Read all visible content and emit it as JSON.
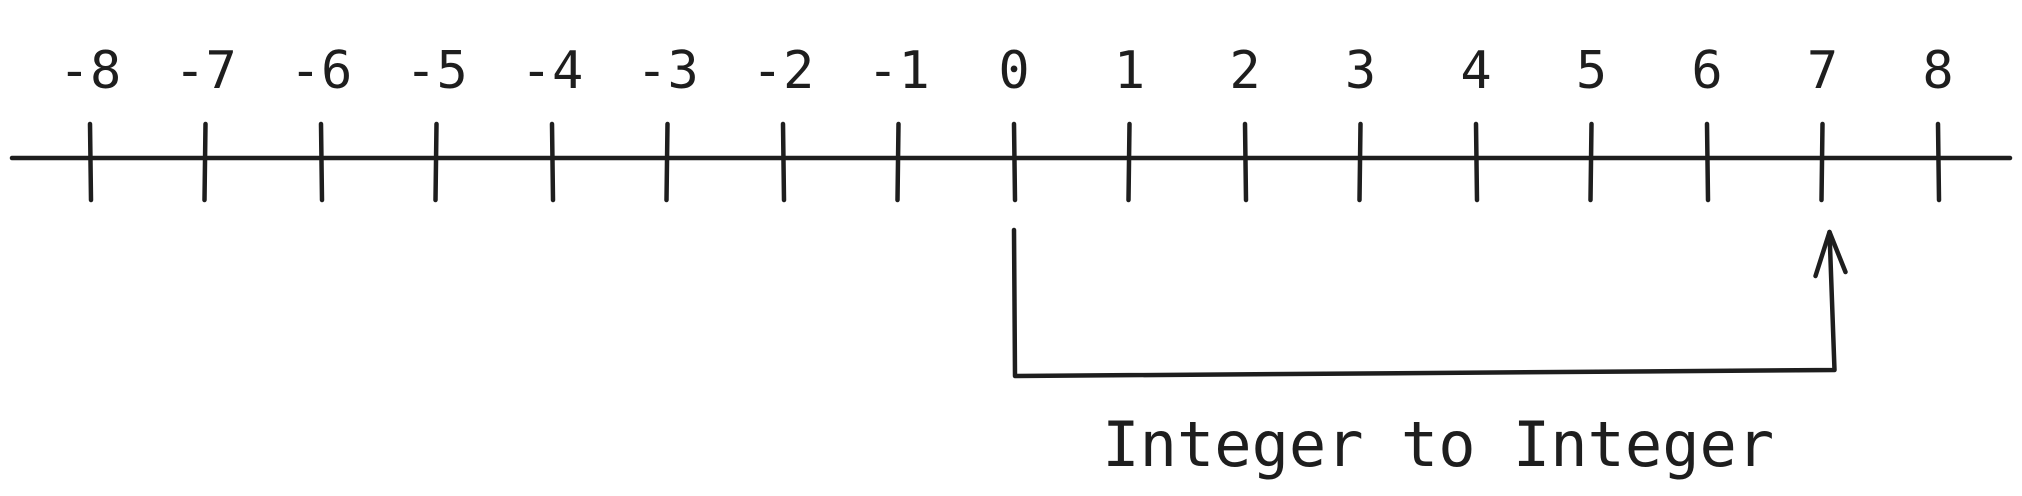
{
  "number_line": {
    "min": -8,
    "max": 8,
    "tick_labels": [
      "-8",
      "-7",
      "-6",
      "-5",
      "-4",
      "-3",
      "-2",
      "-1",
      "0",
      "1",
      "2",
      "3",
      "4",
      "5",
      "6",
      "7",
      "8"
    ]
  },
  "jump": {
    "from": 0,
    "to": 7,
    "caption": "Integer to Integer"
  },
  "colors": {
    "ink": "#1e1e1e",
    "background": "#ffffff"
  }
}
